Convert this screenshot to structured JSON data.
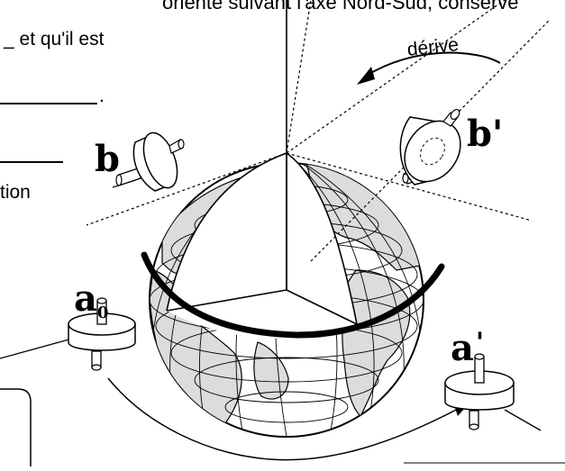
{
  "fragments": {
    "top_line": "orienté suivant l'axe Nord-Sud, conserve",
    "line1": "_ et qu'il est",
    "line2": ".",
    "line4": "tion"
  },
  "labels": {
    "derive": "dérive",
    "b": "b",
    "b_prime": "b'",
    "a_base": "a",
    "a_sub": "0",
    "a_prime_base": "a",
    "a_prime_mark": "'"
  },
  "colors": {
    "land": "#dcdcdc",
    "ink": "#000000",
    "paper": "#ffffff"
  }
}
